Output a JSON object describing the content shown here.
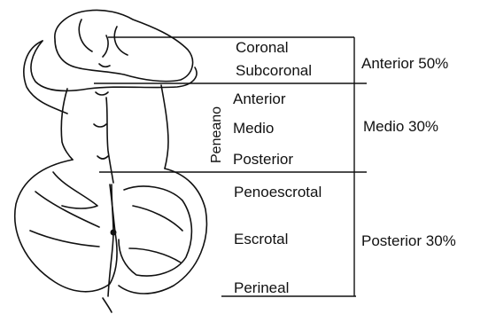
{
  "labels": {
    "coronal": "Coronal",
    "subcoronal": "Subcoronal",
    "peneano": "Peneano",
    "anterior": "Anterior",
    "medio": "Medio",
    "posterior": "Posterior",
    "penoescrotal": "Penoescrotal",
    "escrotal": "Escrotal",
    "perineal": "Perineal"
  },
  "groups": {
    "anterior": "Anterior 50%",
    "medio": "Medio 30%",
    "posterior": "Posterior 30%"
  },
  "colors": {
    "line": "#111111",
    "background": "#ffffff"
  }
}
